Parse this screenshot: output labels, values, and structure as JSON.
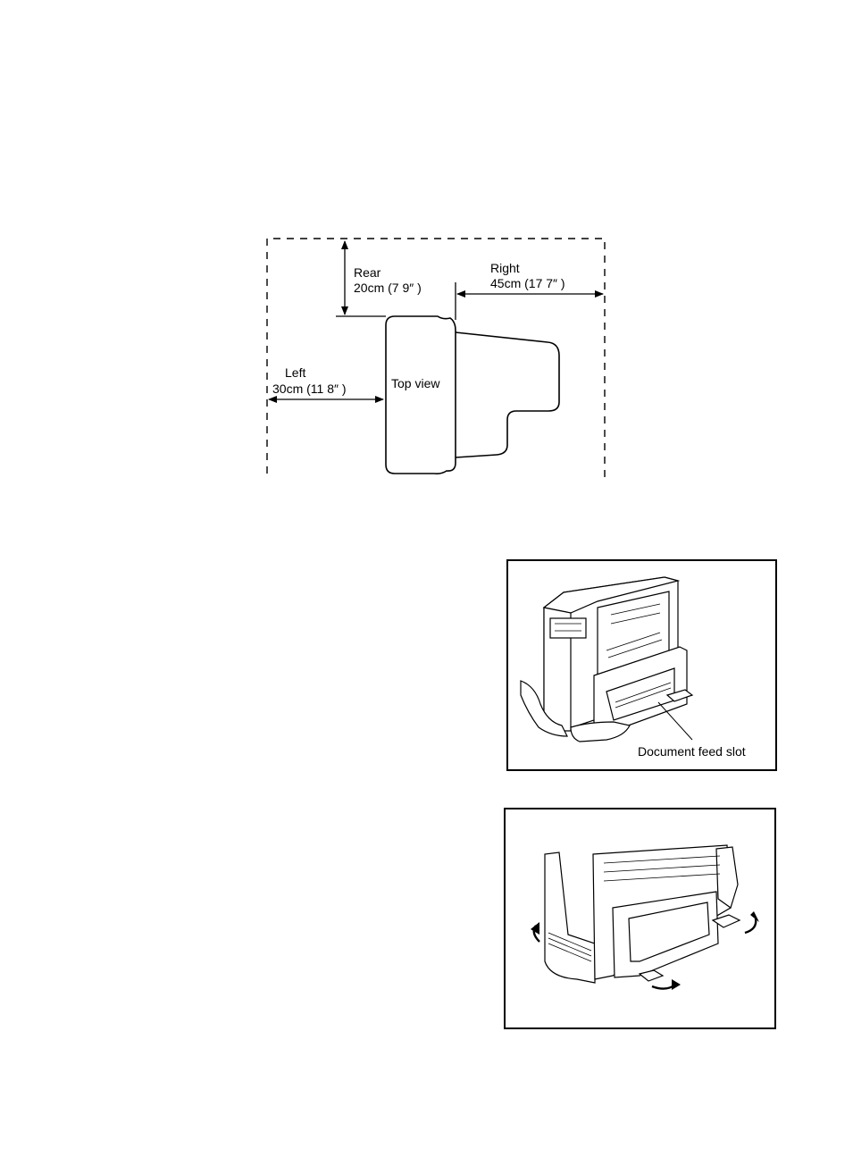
{
  "top_view": {
    "rear_label": "Rear",
    "rear_value": "20cm (7 9″ )",
    "right_label": "Right",
    "right_value": "45cm (17 7″ )",
    "left_label": "Left",
    "left_value": "30cm (11 8″ )",
    "center_label": "Top view"
  },
  "feed_illustration": {
    "callout": "Document feed slot"
  }
}
